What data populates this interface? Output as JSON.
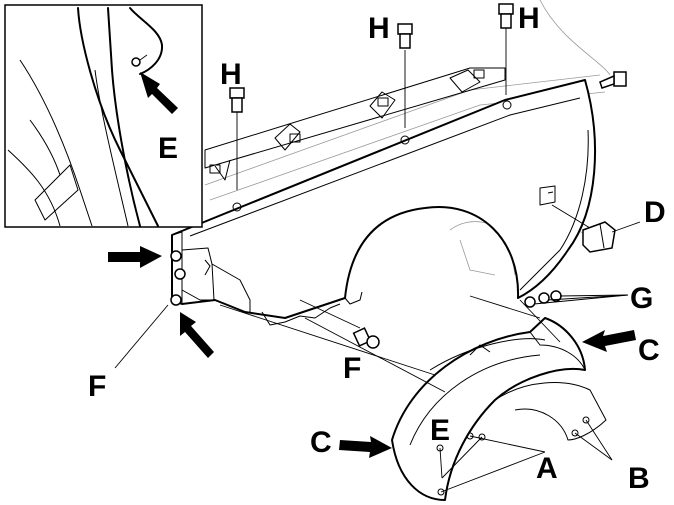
{
  "labels": {
    "h1": "H",
    "h2": "H",
    "h3": "H",
    "e_inset": "E",
    "e_liner": "E",
    "f_left": "F",
    "f_mid": "F",
    "d": "D",
    "g": "G",
    "c_right": "C",
    "c_left": "C",
    "a": "A",
    "b": "B"
  }
}
